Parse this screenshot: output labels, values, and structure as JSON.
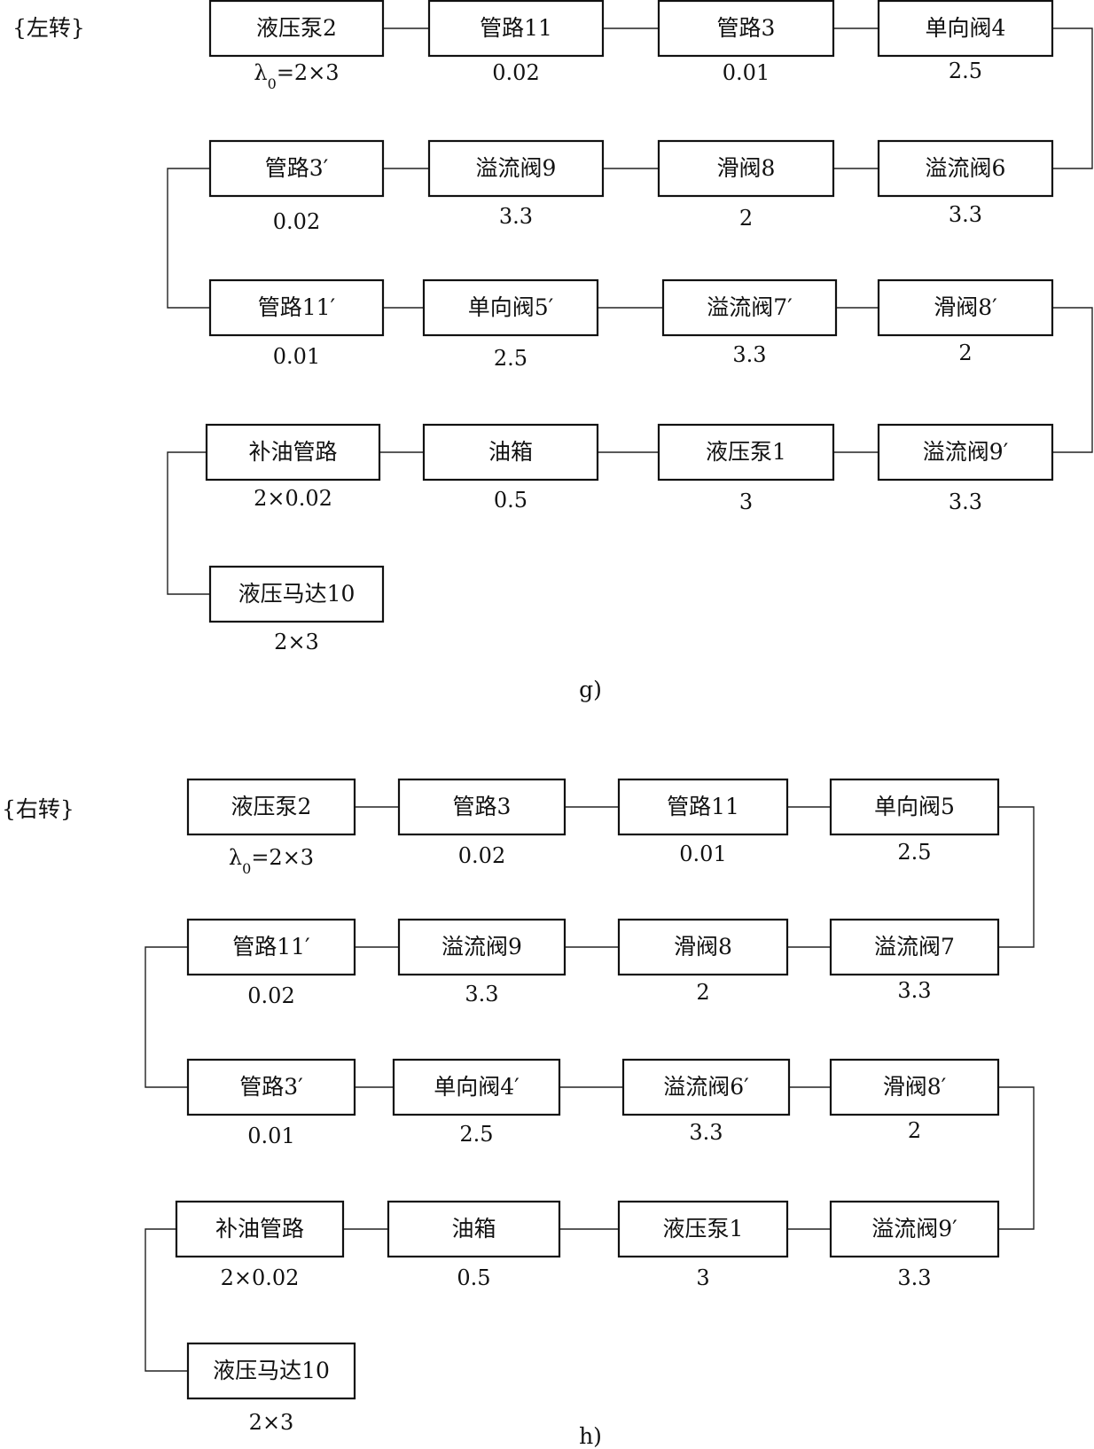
{
  "diagrams": [
    {
      "section_label": "{左转}",
      "caption": "g)",
      "blocks": [
        {
          "label": "液压泵2",
          "value": "λ0=2×3"
        },
        {
          "label": "管路11",
          "value": "0.02"
        },
        {
          "label": "管路3",
          "value": "0.01"
        },
        {
          "label": "单向阀4",
          "value": "2.5"
        },
        {
          "label": "管路3′",
          "value": "0.02"
        },
        {
          "label": "溢流阀9",
          "value": "3.3"
        },
        {
          "label": "滑阀8",
          "value": "2"
        },
        {
          "label": "溢流阀6",
          "value": "3.3"
        },
        {
          "label": "管路11′",
          "value": "0.01"
        },
        {
          "label": "单向阀5′",
          "value": "2.5"
        },
        {
          "label": "溢流阀7′",
          "value": "3.3"
        },
        {
          "label": "滑阀8′",
          "value": "2"
        },
        {
          "label": "补油管路",
          "value": "2×0.02"
        },
        {
          "label": "油箱",
          "value": "0.5"
        },
        {
          "label": "液压泵1",
          "value": "3"
        },
        {
          "label": "溢流阀9′",
          "value": "3.3"
        },
        {
          "label": "液压马达10",
          "value": "2×3"
        }
      ]
    },
    {
      "section_label": "{右转}",
      "caption": "h)",
      "blocks": [
        {
          "label": "液压泵2",
          "value": "λ0=2×3"
        },
        {
          "label": "管路3",
          "value": "0.02"
        },
        {
          "label": "管路11",
          "value": "0.01"
        },
        {
          "label": "单向阀5",
          "value": "2.5"
        },
        {
          "label": "管路11′",
          "value": "0.02"
        },
        {
          "label": "溢流阀9",
          "value": "3.3"
        },
        {
          "label": "滑阀8",
          "value": "2"
        },
        {
          "label": "溢流阀7",
          "value": "3.3"
        },
        {
          "label": "管路3′",
          "value": "0.01"
        },
        {
          "label": "单向阀4′",
          "value": "2.5"
        },
        {
          "label": "溢流阀6′",
          "value": "3.3"
        },
        {
          "label": "滑阀8′",
          "value": "2"
        },
        {
          "label": "补油管路",
          "value": "2×0.02"
        },
        {
          "label": "油箱",
          "value": "0.5"
        },
        {
          "label": "液压泵1",
          "value": "3"
        },
        {
          "label": "溢流阀9′",
          "value": "3.3"
        },
        {
          "label": "液压马达10",
          "value": "2×3"
        }
      ]
    }
  ]
}
